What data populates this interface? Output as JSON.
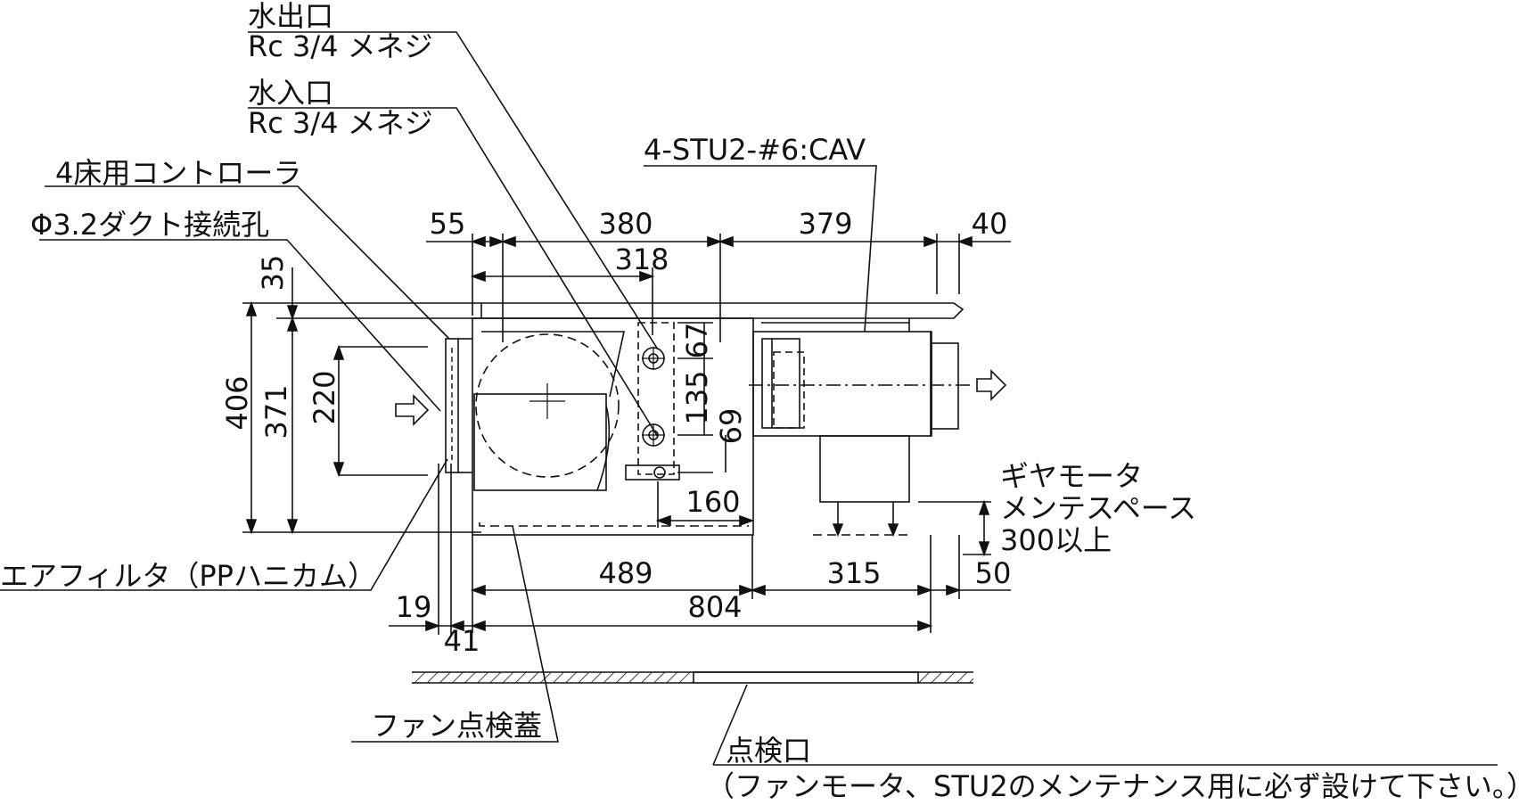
{
  "labels": {
    "water_outlet": "水出口",
    "water_outlet_thread": "Rc 3/4 メネジ",
    "water_inlet": "水入口",
    "water_inlet_thread": "Rc 3/4 メネジ",
    "controller": "4床用コントローラ",
    "duct_hole": "Φ3.2ダクト接続孔",
    "stu2": "4-STU2-#6:CAV",
    "gear_motor_1": "ギヤモータ",
    "gear_motor_2": "メンテスペース",
    "gear_motor_3": "300以上",
    "air_filter": "エアフィルタ（PPハニカム）",
    "fan_cover": "ファン点検蓋",
    "inspection_port": "点検口",
    "inspection_note": "（ファンモータ、STU2のメンテナンス用に必ず設けて下さい。）"
  },
  "dimensions": {
    "d55": "55",
    "d380": "380",
    "d379": "379",
    "d40": "40",
    "d318": "318",
    "d35": "35",
    "d406": "406",
    "d371": "371",
    "d220": "220",
    "d67": "67",
    "d135": "135",
    "d69": "69",
    "d160": "160",
    "d489": "489",
    "d315": "315",
    "d50": "50",
    "d804": "804",
    "d19": "19",
    "d41": "41"
  }
}
